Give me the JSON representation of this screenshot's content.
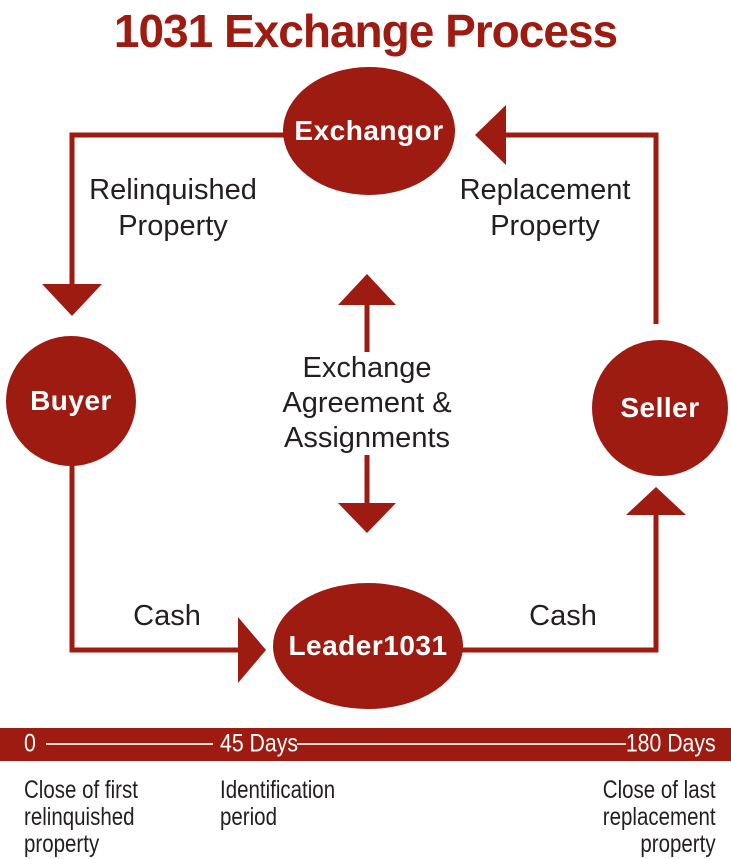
{
  "title": "1031 Exchange Process",
  "colors": {
    "primary_red": "#9E1B11",
    "text_black": "#231F20",
    "node_text": "#FFFFFF",
    "tick_line": "#F2DCD6"
  },
  "nodes": {
    "exchangor": "Exchangor",
    "buyer": "Buyer",
    "seller": "Seller",
    "intermediary": "Leader1031"
  },
  "edges": {
    "relinquished": "Relinquished\nProperty",
    "replacement": "Replacement\nProperty",
    "agreement": "Exchange\nAgreement &\nAssignments",
    "cash_left": "Cash",
    "cash_right": "Cash"
  },
  "timeline": {
    "tick_0": "0",
    "tick_45": "45 Days",
    "tick_180": "180 Days",
    "label_0": "Close of first\nrelinquished\nproperty",
    "label_45": "Identification\nperiod",
    "label_180": "Close of last\nreplacement\nproperty"
  }
}
